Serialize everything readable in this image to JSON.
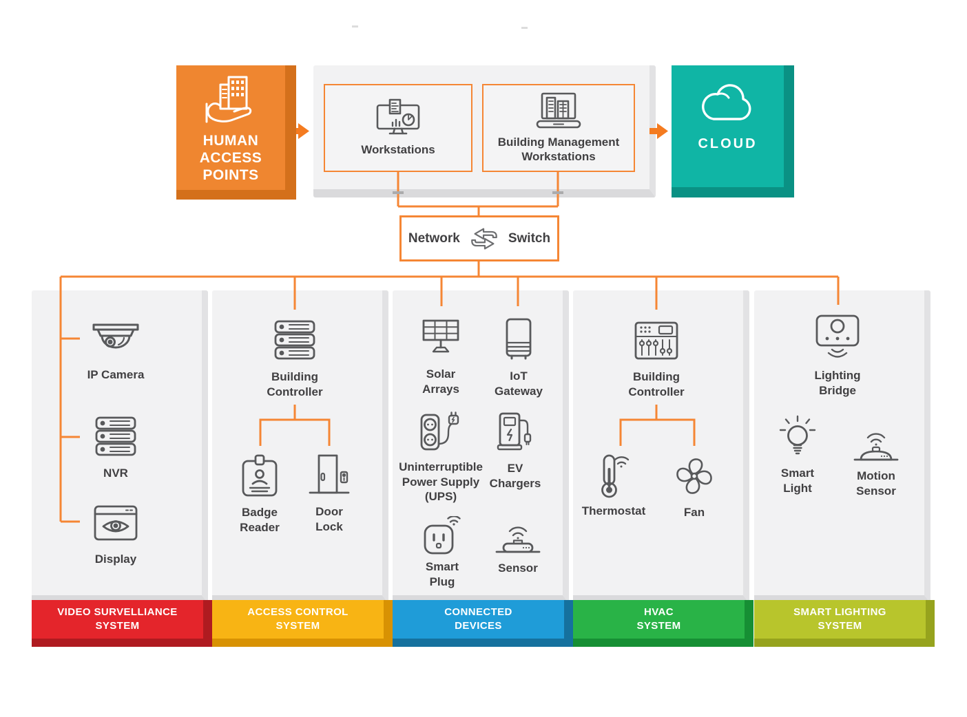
{
  "colors": {
    "orange": "#F58634",
    "orange-fill": "#EF8630",
    "orange-dark": "#D4701B",
    "arrow-orange": "#F47B20",
    "teal": "#10B5A5",
    "teal-dark": "#0A9184",
    "panel": "#F2F2F3",
    "icon-stroke": "#58595B",
    "text": "#414042",
    "red": "#E4252B",
    "red-dark": "#AF1B20",
    "yellow": "#F8B414",
    "yellow-dark": "#D89203",
    "blue": "#1F9CD8",
    "blue-dark": "#15719E",
    "green": "#29B347",
    "green-dark": "#168F34",
    "lime": "#B8C52C",
    "lime-dark": "#96A31D"
  },
  "top": {
    "human_access_points": {
      "label": "HUMAN ACCESS POINTS",
      "icon": "buildings-in-hand-icon"
    },
    "workstations": {
      "label": "Workstations",
      "icon": "workstation-monitor-icon"
    },
    "building_management_workstations": {
      "label": "Building Management Workstations",
      "icon": "building-management-laptop-icon"
    },
    "cloud": {
      "label": "CLOUD",
      "icon": "cloud-icon"
    }
  },
  "network_switch": {
    "left": "Network",
    "right": "Switch",
    "icon": "swap-arrows-icon"
  },
  "columns": [
    {
      "label_line1": "VIDEO SURVELLIANCE",
      "label_line2": "SYSTEM",
      "color": "#E4252B",
      "items": [
        {
          "label": "IP Camera",
          "icon": "dome-camera-icon"
        },
        {
          "label": "NVR",
          "icon": "server-stack-icon"
        },
        {
          "label": "Display",
          "icon": "display-eye-icon"
        }
      ]
    },
    {
      "label_line1": "ACCESS CONTROL",
      "label_line2": "SYSTEM",
      "color": "#F8B414",
      "items": [
        {
          "label": "Building Controller",
          "icon": "server-stack-icon"
        },
        {
          "label": "Badge Reader",
          "icon": "badge-reader-icon"
        },
        {
          "label": "Door Lock",
          "icon": "door-lock-icon"
        }
      ]
    },
    {
      "label_line1": "CONNECTED",
      "label_line2": "DEVICES",
      "color": "#1F9CD8",
      "items": [
        {
          "label": "Solar Arrays",
          "icon": "solar-array-icon"
        },
        {
          "label": "IoT Gateway",
          "icon": "iot-gateway-icon"
        },
        {
          "label": "Uninterruptible Power Supply (UPS)",
          "icon": "ups-power-strip-icon"
        },
        {
          "label": "EV Chargers",
          "icon": "ev-charger-icon"
        },
        {
          "label": "Smart Plug",
          "icon": "smart-plug-icon"
        },
        {
          "label": "Sensor",
          "icon": "wireless-sensor-icon"
        }
      ]
    },
    {
      "label_line1": "HVAC",
      "label_line2": "SYSTEM",
      "color": "#29B347",
      "items": [
        {
          "label": "Building Controller",
          "icon": "control-panel-icon"
        },
        {
          "label": "Thermostat",
          "icon": "thermostat-icon"
        },
        {
          "label": "Fan",
          "icon": "fan-icon"
        }
      ]
    },
    {
      "label_line1": "SMART LIGHTING",
      "label_line2": "SYSTEM",
      "color": "#B8C52C",
      "items": [
        {
          "label": "Lighting Bridge",
          "icon": "lighting-bridge-icon"
        },
        {
          "label": "Smart Light",
          "icon": "smart-light-bulb-icon"
        },
        {
          "label": "Motion Sensor",
          "icon": "motion-sensor-icon"
        }
      ]
    }
  ]
}
